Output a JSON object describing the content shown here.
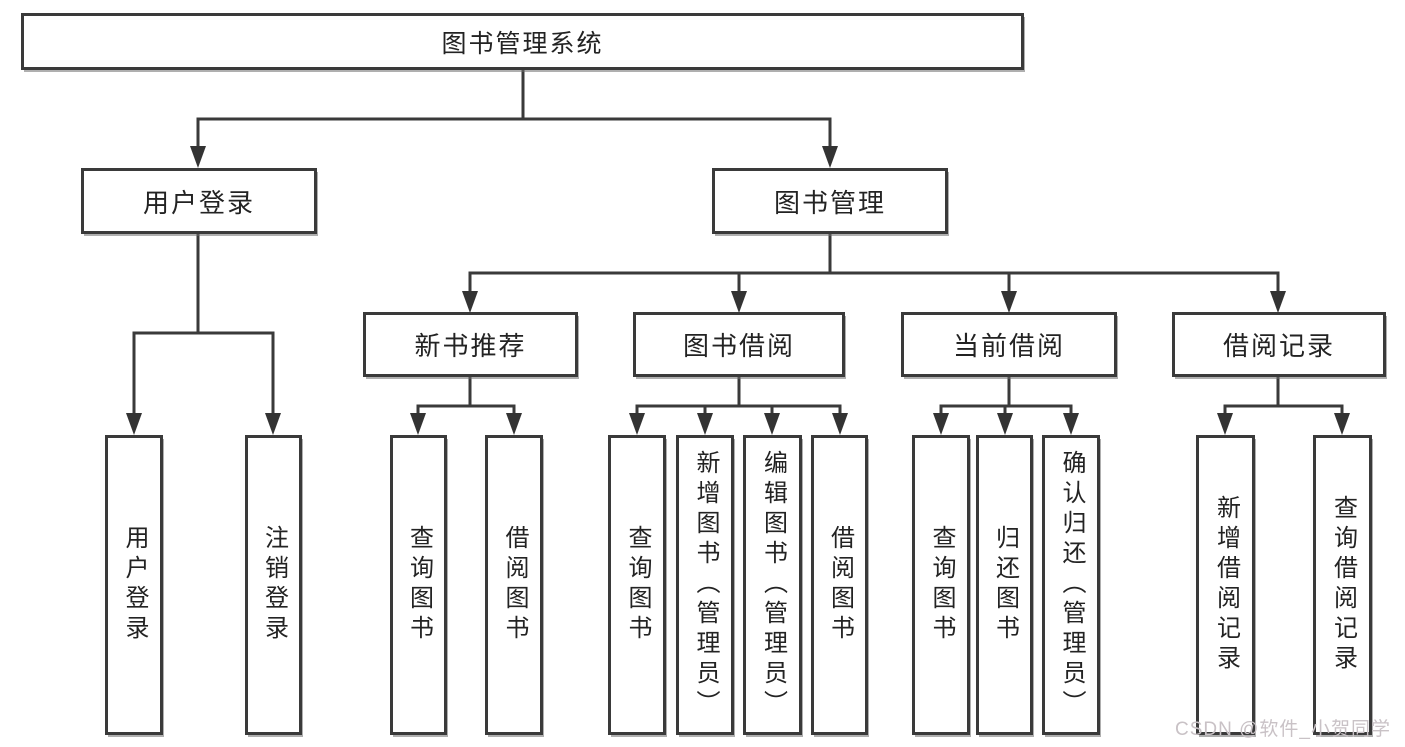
{
  "tree": {
    "root": {
      "label": "图书管理系统"
    },
    "branches": [
      {
        "label": "用户登录",
        "children": [
          {
            "label": "用户登录"
          },
          {
            "label": "注销登录"
          }
        ]
      },
      {
        "label": "图书管理",
        "children": [
          {
            "label": "新书推荐",
            "children": [
              {
                "label": "查询图书"
              },
              {
                "label": "借阅图书"
              }
            ]
          },
          {
            "label": "图书借阅",
            "children": [
              {
                "label": "查询图书"
              },
              {
                "label": "新增图书（管理员）"
              },
              {
                "label": "编辑图书（管理员）"
              },
              {
                "label": "借阅图书"
              }
            ]
          },
          {
            "label": "当前借阅",
            "children": [
              {
                "label": "查询图书"
              },
              {
                "label": "归还图书"
              },
              {
                "label": "确认归还（管理员）"
              }
            ]
          },
          {
            "label": "借阅记录",
            "children": [
              {
                "label": "新增借阅记录"
              },
              {
                "label": "查询借阅记录"
              }
            ]
          }
        ]
      }
    ]
  },
  "watermark": {
    "text": "CSDN @软件_小贺同学"
  },
  "colors": {
    "line": "#3a3a3a",
    "text": "#232323",
    "watermark": "#c9c2c6",
    "background": "#ffffff"
  }
}
